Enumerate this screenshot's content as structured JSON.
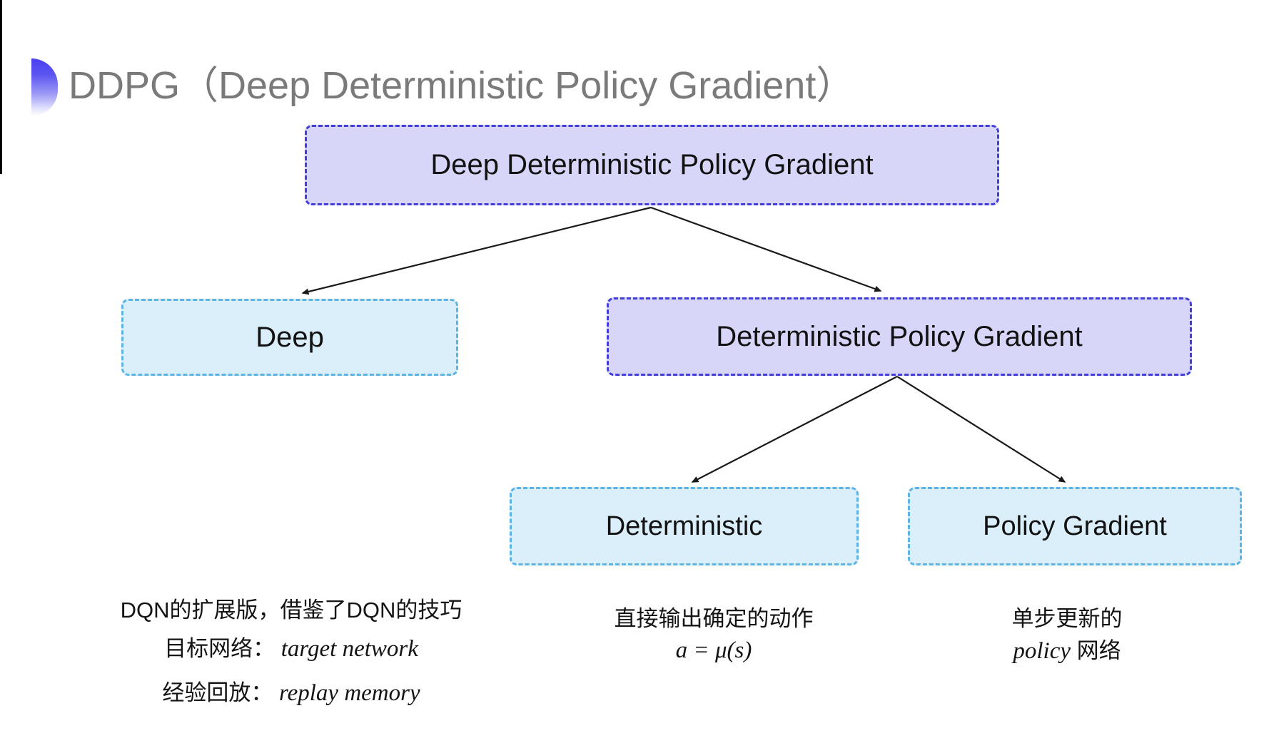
{
  "slide": {
    "title": "DDPG（Deep Deterministic Policy Gradient）"
  },
  "diagram": {
    "root": {
      "label": "Deep Deterministic Policy Gradient"
    },
    "children": [
      {
        "label": "Deep"
      },
      {
        "label": "Deterministic Policy Gradient"
      }
    ],
    "grandchildren": [
      {
        "label": "Deterministic"
      },
      {
        "label": "Policy Gradient"
      }
    ]
  },
  "notes": {
    "left": {
      "line1": "DQN的扩展版，借鉴了DQN的技巧",
      "line2_label": "目标网络：",
      "line2_value": "target network",
      "line3_label": "经验回放：",
      "line3_value": "replay memory"
    },
    "middle": {
      "line1": "直接输出确定的动作",
      "line2": "a = μ(s)"
    },
    "right": {
      "line1": "单步更新的",
      "line2_italic": "policy",
      "line2_suffix": " 网络"
    }
  },
  "colors": {
    "purple_fill": "#d7d6f9",
    "purple_border": "#413cda",
    "cyan_fill": "#dbeffb",
    "cyan_border": "#5cb3e4",
    "title_gray": "#7a7a7a",
    "arrow": "#1a1a1a",
    "bullet_gradient_top": "#4a3ff0"
  }
}
